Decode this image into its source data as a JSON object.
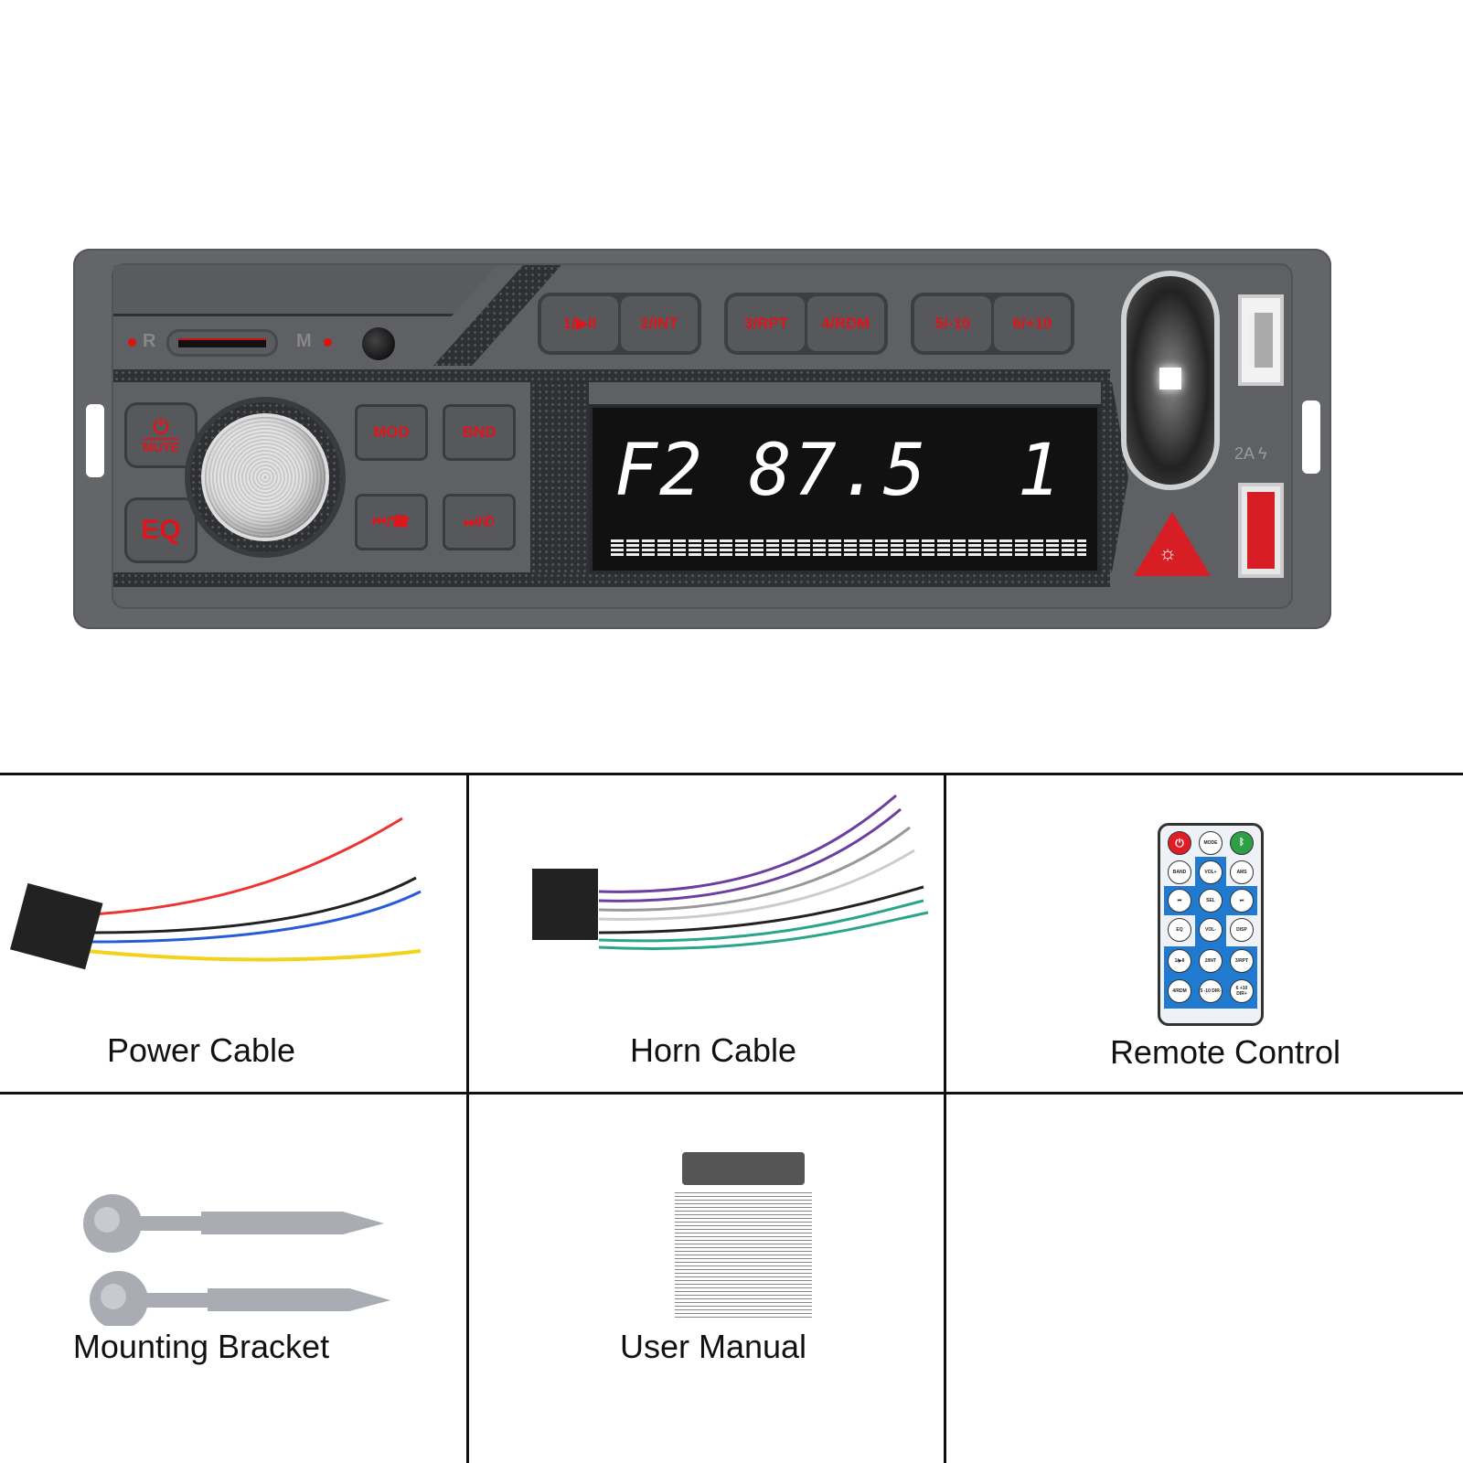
{
  "radio": {
    "sd_labels": {
      "left": "R",
      "right": "M"
    },
    "preset_buttons": [
      "1/▶II",
      "2/INT",
      "3/RPT",
      "4/RDM",
      "5/-10",
      "6/+10"
    ],
    "mute_label": "MUTE",
    "eq_label": "EQ",
    "mod_label": "MOD",
    "bnd_label": "BND",
    "call_buttons": [
      "⏮/☎",
      "⏭/✆"
    ],
    "display_text": "F2 87.5  1",
    "usb_label": "2A ϟ",
    "accent_color": "#e0141b"
  },
  "accessories": [
    {
      "label": "Power Cable"
    },
    {
      "label": "Horn Cable"
    },
    {
      "label": "Remote Control"
    },
    {
      "label": "Mounting Bracket"
    },
    {
      "label": "User Manual"
    }
  ],
  "remote_buttons": [
    "MODE",
    "BAND",
    "VOL+",
    "AMS",
    "⏮",
    "SEL",
    "⏭",
    "EQ",
    "VOL-",
    "DISP",
    "1/▶II",
    "2/INT",
    "3/RPT",
    "4/RDM",
    "5 -10 DIR-",
    "6 +10 DIR+"
  ]
}
